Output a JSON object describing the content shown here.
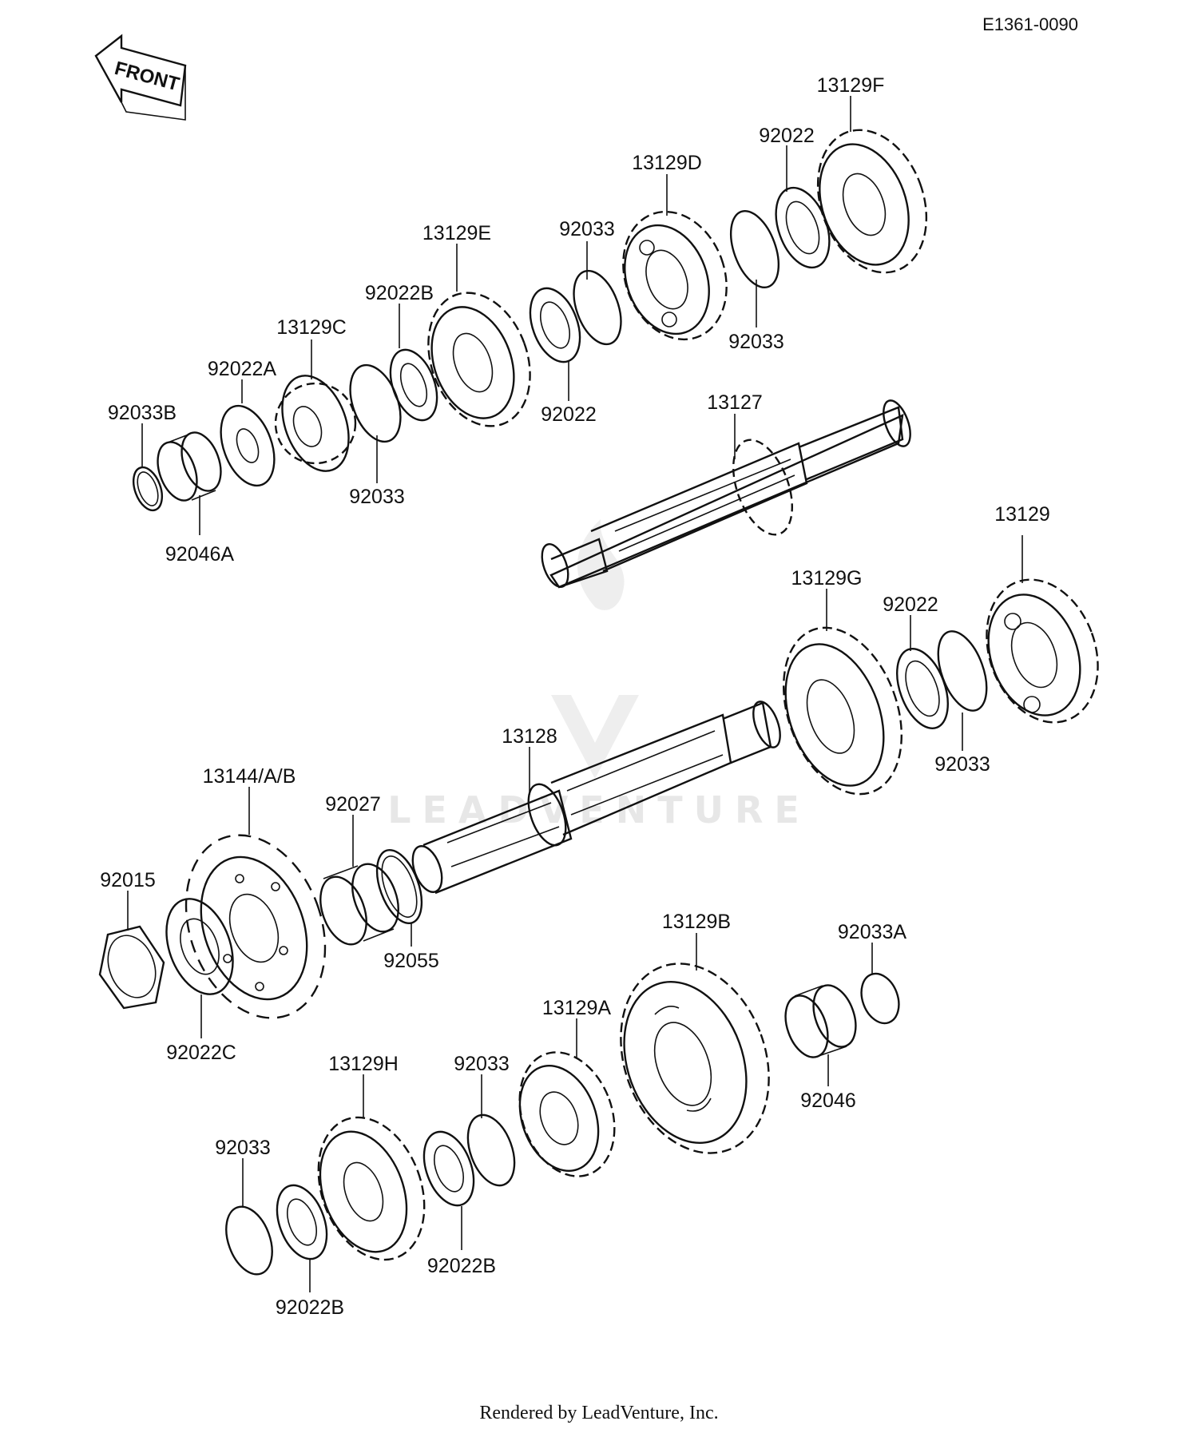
{
  "diagram_code": "E1361-0090",
  "front_arrow": {
    "label": "FRONT",
    "icon": "front-direction-arrow-icon"
  },
  "watermark": {
    "text": "LEADVENTURE",
    "icon": "leadventure-logo-icon"
  },
  "footer": {
    "credit": "Rendered by LeadVenture, Inc."
  },
  "callouts": [
    {
      "id": "92033B",
      "text": "92033B"
    },
    {
      "id": "92046A",
      "text": "92046A"
    },
    {
      "id": "92022A",
      "text": "92022A"
    },
    {
      "id": "13129C",
      "text": "13129C"
    },
    {
      "id": "92033_a",
      "text": "92033"
    },
    {
      "id": "92022B_a",
      "text": "92022B"
    },
    {
      "id": "13129E",
      "text": "13129E"
    },
    {
      "id": "92022_a",
      "text": "92022"
    },
    {
      "id": "92033_b",
      "text": "92033"
    },
    {
      "id": "13129D",
      "text": "13129D"
    },
    {
      "id": "92033_c",
      "text": "92033"
    },
    {
      "id": "92022_b",
      "text": "92022"
    },
    {
      "id": "13129F",
      "text": "13129F"
    },
    {
      "id": "13127",
      "text": "13127"
    },
    {
      "id": "13129",
      "text": "13129"
    },
    {
      "id": "13129G",
      "text": "13129G"
    },
    {
      "id": "92022_c",
      "text": "92022"
    },
    {
      "id": "92033_d",
      "text": "92033"
    },
    {
      "id": "13128",
      "text": "13128"
    },
    {
      "id": "13144AB",
      "text": "13144/A/B"
    },
    {
      "id": "92027",
      "text": "92027"
    },
    {
      "id": "92015",
      "text": "92015"
    },
    {
      "id": "92055",
      "text": "92055"
    },
    {
      "id": "92022C",
      "text": "92022C"
    },
    {
      "id": "13129B",
      "text": "13129B"
    },
    {
      "id": "92033A",
      "text": "92033A"
    },
    {
      "id": "13129A",
      "text": "13129A"
    },
    {
      "id": "92046",
      "text": "92046"
    },
    {
      "id": "92033_e",
      "text": "92033"
    },
    {
      "id": "13129H",
      "text": "13129H"
    },
    {
      "id": "92033_f",
      "text": "92033"
    },
    {
      "id": "92022B_b",
      "text": "92022B"
    },
    {
      "id": "92022B_c",
      "text": "92022B"
    }
  ]
}
